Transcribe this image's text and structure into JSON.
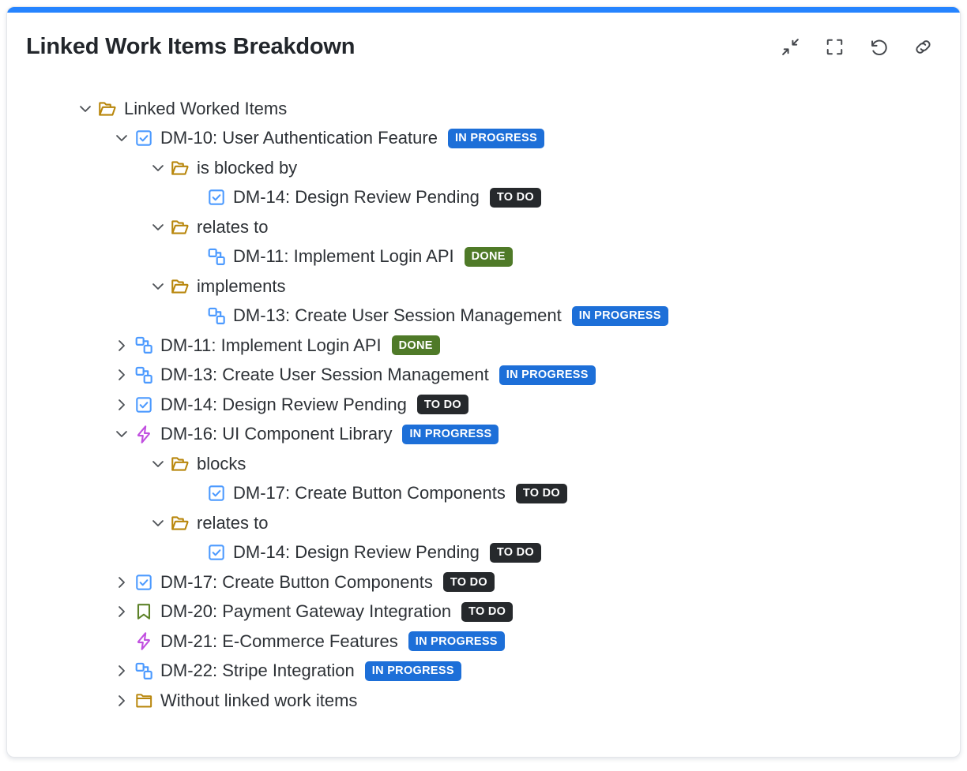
{
  "accent_color": "#2684ff",
  "header": {
    "title": "Linked Work Items Breakdown",
    "actions": [
      {
        "name": "collapse-button",
        "icon": "collapse-arrows-icon",
        "tooltip": "Collapse"
      },
      {
        "name": "fullscreen-button",
        "icon": "fullscreen-icon",
        "tooltip": "Fullscreen"
      },
      {
        "name": "reset-button",
        "icon": "reset-counterclockwise-icon",
        "tooltip": "Reset"
      },
      {
        "name": "link-button",
        "icon": "chain-link-icon",
        "tooltip": "Copy link"
      }
    ]
  },
  "status_colors": {
    "IN PROGRESS": "#1d6fd8",
    "TO DO": "#26292c",
    "DONE": "#4f7a28"
  },
  "icon_colors": {
    "folder": "#b8860b",
    "task": "#4c9aff",
    "subtask": "#4c9aff",
    "epic": "#c14fe0",
    "story": "#5d8229"
  },
  "tree": [
    {
      "depth": 0,
      "twisty": "down",
      "icon": "folder-open-icon",
      "label": "Linked Worked Items",
      "status": ""
    },
    {
      "depth": 1,
      "twisty": "down",
      "icon": "task-icon",
      "label": "DM-10: User Authentication Feature",
      "status": "IN PROGRESS"
    },
    {
      "depth": 2,
      "twisty": "down",
      "icon": "folder-open-icon",
      "label": "is blocked by",
      "status": ""
    },
    {
      "depth": 3,
      "twisty": "none",
      "icon": "task-icon",
      "label": "DM-14: Design Review Pending",
      "status": "TO DO"
    },
    {
      "depth": 2,
      "twisty": "down",
      "icon": "folder-open-icon",
      "label": "relates to",
      "status": ""
    },
    {
      "depth": 3,
      "twisty": "none",
      "icon": "subtask-icon",
      "label": "DM-11: Implement Login API",
      "status": "DONE"
    },
    {
      "depth": 2,
      "twisty": "down",
      "icon": "folder-open-icon",
      "label": "implements",
      "status": ""
    },
    {
      "depth": 3,
      "twisty": "none",
      "icon": "subtask-icon",
      "label": "DM-13: Create User Session Management",
      "status": "IN PROGRESS"
    },
    {
      "depth": 1,
      "twisty": "right",
      "icon": "subtask-icon",
      "label": "DM-11: Implement Login API",
      "status": "DONE"
    },
    {
      "depth": 1,
      "twisty": "right",
      "icon": "subtask-icon",
      "label": "DM-13: Create User Session Management",
      "status": "IN PROGRESS"
    },
    {
      "depth": 1,
      "twisty": "right",
      "icon": "task-icon",
      "label": "DM-14: Design Review Pending",
      "status": "TO DO"
    },
    {
      "depth": 1,
      "twisty": "down",
      "icon": "epic-icon",
      "label": "DM-16: UI Component Library",
      "status": "IN PROGRESS"
    },
    {
      "depth": 2,
      "twisty": "down",
      "icon": "folder-open-icon",
      "label": "blocks",
      "status": ""
    },
    {
      "depth": 3,
      "twisty": "none",
      "icon": "task-icon",
      "label": "DM-17: Create Button Components",
      "status": "TO DO"
    },
    {
      "depth": 2,
      "twisty": "down",
      "icon": "folder-open-icon",
      "label": "relates to",
      "status": ""
    },
    {
      "depth": 3,
      "twisty": "none",
      "icon": "task-icon",
      "label": "DM-14: Design Review Pending",
      "status": "TO DO"
    },
    {
      "depth": 1,
      "twisty": "right",
      "icon": "task-icon",
      "label": "DM-17: Create Button Components",
      "status": "TO DO"
    },
    {
      "depth": 1,
      "twisty": "right",
      "icon": "story-icon",
      "label": "DM-20: Payment Gateway Integration",
      "status": "TO DO"
    },
    {
      "depth": 1,
      "twisty": "none",
      "icon": "epic-icon",
      "label": "DM-21: E-Commerce Features",
      "status": "IN PROGRESS"
    },
    {
      "depth": 1,
      "twisty": "right",
      "icon": "subtask-icon",
      "label": "DM-22: Stripe Integration",
      "status": "IN PROGRESS"
    },
    {
      "depth": 1,
      "twisty": "right",
      "icon": "folder-closed-icon",
      "label": "Without linked work items",
      "status": ""
    }
  ]
}
